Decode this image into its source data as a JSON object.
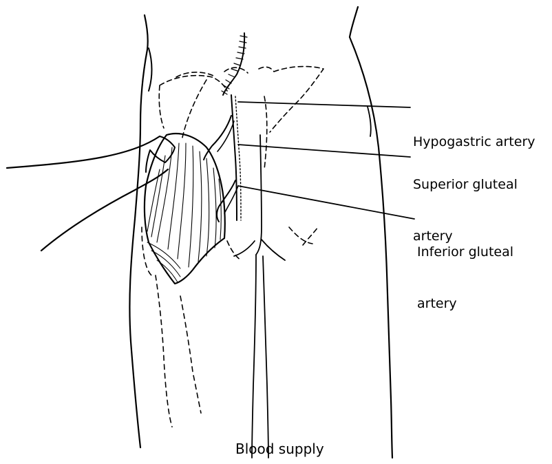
{
  "diagram": {
    "caption": "Blood supply",
    "labels": {
      "hypogastric": [
        "Hypogastric artery"
      ],
      "superior_gluteal": [
        "Superior gluteal",
        "artery"
      ],
      "inferior_gluteal": [
        "Inferior gluteal",
        "artery"
      ]
    }
  },
  "colors": {
    "ink": "#000000",
    "background": "#ffffff"
  }
}
